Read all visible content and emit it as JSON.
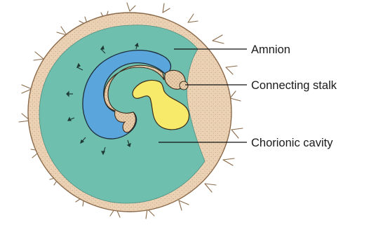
{
  "diagram": {
    "labels": {
      "amnion": "Amnion",
      "connecting_stalk": "Connecting stalk",
      "chorionic_cavity": "Chorionic cavity"
    },
    "colors": {
      "chorion_tan": "#ecd2b4",
      "chorion_outline": "#8a6a4a",
      "cavity_teal": "#6fbfae",
      "amnion_blue": "#5aa6dc",
      "embryo_tan": "#e6cba8",
      "yolk_yellow": "#f7ea6a",
      "label_line": "#111111"
    }
  }
}
